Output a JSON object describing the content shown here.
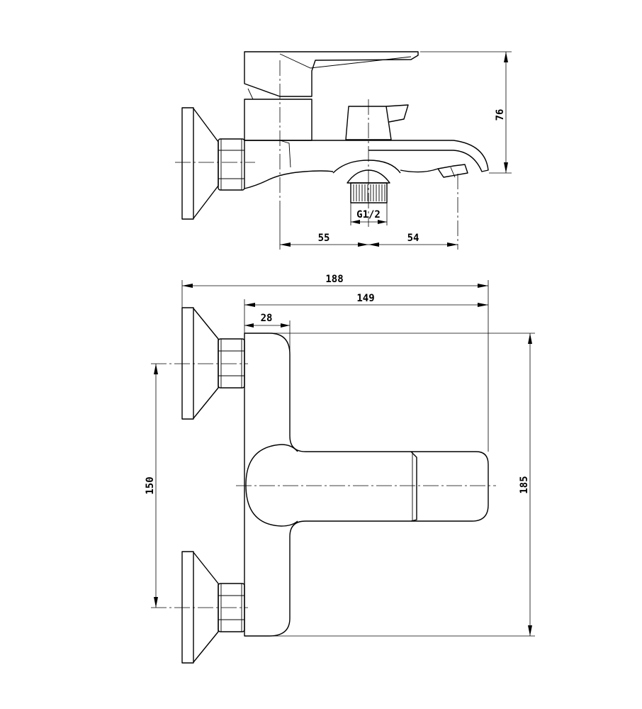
{
  "side_view": {
    "height_label": "76",
    "thread_label": "G1/2",
    "left_span_label": "55",
    "right_span_label": "54"
  },
  "front_view": {
    "overall_width_label": "188",
    "body_width_label": "149",
    "body_depth_label": "28",
    "centers_label": "150",
    "overall_height_label": "185"
  }
}
